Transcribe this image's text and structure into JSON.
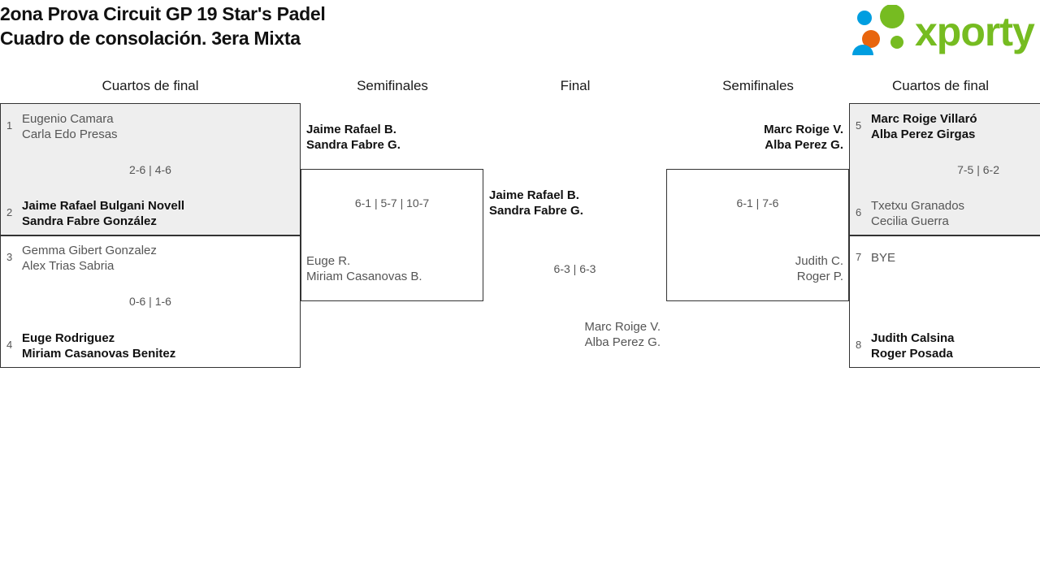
{
  "header": {
    "title_line1": "2ona Prova Circuit GP 19 Star's Padel",
    "title_line2": "Cuadro de consolación. 3era Mixta",
    "logo_text": "xporty",
    "logo_colors": {
      "green": "#76bc21",
      "blue": "#009ee0",
      "orange": "#e8650d"
    }
  },
  "columns": {
    "qf_left": "Cuartos de final",
    "sf_left": "Semifinales",
    "final": "Final",
    "sf_right": "Semifinales",
    "qf_right": "Cuartos de final"
  },
  "rounds": {
    "qf_left": [
      {
        "seed_top": "1",
        "top_line1": "Eugenio Camara",
        "top_line2": "Carla Edo Presas",
        "top_result": "loser",
        "seed_bottom": "2",
        "bottom_line1": "Jaime Rafael Bulgani Novell",
        "bottom_line2": "Sandra Fabre González",
        "bottom_result": "winner",
        "score": "2-6 | 4-6"
      },
      {
        "seed_top": "3",
        "top_line1": "Gemma Gibert Gonzalez",
        "top_line2": "Alex Trias Sabria",
        "top_result": "loser",
        "seed_bottom": "4",
        "bottom_line1": "Euge Rodriguez",
        "bottom_line2": "Miriam Casanovas Benitez",
        "bottom_result": "winner",
        "score": "0-6 | 1-6"
      }
    ],
    "sf_left": [
      {
        "top_line1": "Jaime Rafael B.",
        "top_line2": "Sandra Fabre G.",
        "top_result": "winner",
        "bottom_line1": "Euge R.",
        "bottom_line2": "Miriam Casanovas B.",
        "bottom_result": "loser",
        "score": "6-1 | 5-7 | 10-7"
      }
    ],
    "final": [
      {
        "top_line1": "Jaime Rafael B.",
        "top_line2": "Sandra Fabre G.",
        "top_result": "winner",
        "bottom_line1": "Marc Roige V.",
        "bottom_line2": "Alba Perez G.",
        "bottom_result": "loser",
        "score": "6-3 | 6-3"
      }
    ],
    "sf_right": [
      {
        "top_line1": "Marc Roige V.",
        "top_line2": "Alba Perez G.",
        "top_result": "winner",
        "bottom_line1": "Judith C.",
        "bottom_line2": "Roger P.",
        "bottom_result": "loser",
        "score": "6-1 | 7-6"
      }
    ],
    "qf_right": [
      {
        "seed_top": "5",
        "top_line1": "Marc Roige Villaró",
        "top_line2": "Alba Perez Girgas",
        "top_result": "winner",
        "seed_bottom": "6",
        "bottom_line1": "Txetxu Granados",
        "bottom_line2": "Cecilia Guerra",
        "bottom_result": "loser",
        "score": "7-5 | 6-2"
      },
      {
        "seed_top": "7",
        "top_line1": "BYE",
        "top_line2": "",
        "top_result": "loser",
        "seed_bottom": "8",
        "bottom_line1": "Judith Calsina",
        "bottom_line2": "Roger Posada",
        "bottom_result": "winner",
        "score": ""
      }
    ]
  }
}
